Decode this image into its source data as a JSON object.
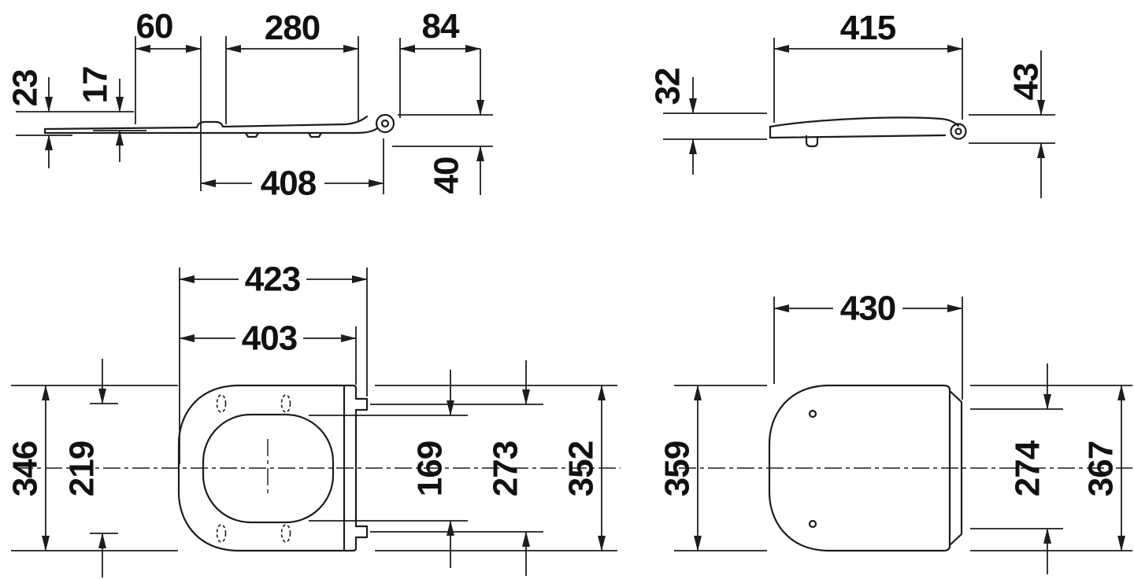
{
  "page": {
    "background": "#ffffff",
    "line_color": "#1d1d1b",
    "text_color": "#111111"
  },
  "views": {
    "seat_side": {
      "dims": {
        "d60": "60",
        "d280": "280",
        "d84": "84",
        "d23": "23",
        "d17": "17",
        "d408": "408",
        "d40": "40"
      }
    },
    "lid_side": {
      "dims": {
        "d32": "32",
        "d415": "415",
        "d43": "43"
      }
    },
    "seat_top": {
      "dims": {
        "d423": "423",
        "d403": "403",
        "d346": "346",
        "d219": "219",
        "d169": "169",
        "d273": "273",
        "d352": "352"
      }
    },
    "lid_top": {
      "dims": {
        "d430": "430",
        "d359": "359",
        "d274": "274",
        "d367": "367"
      }
    }
  }
}
